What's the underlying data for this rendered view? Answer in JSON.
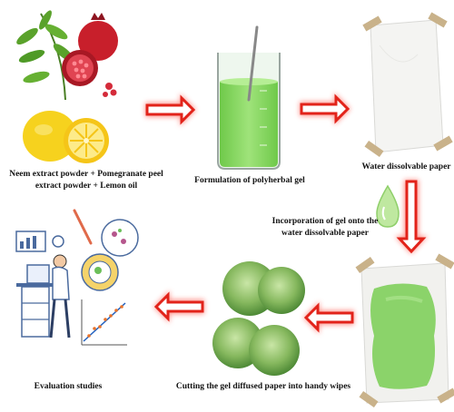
{
  "steps": {
    "ingredients": {
      "label_line1": "Neem extract powder + Pomegranate peel",
      "label_line2": "extract powder + Lemon oil",
      "icons": [
        "neem-leaves-icon",
        "pomegranate-icon",
        "lemon-icon"
      ]
    },
    "gel": {
      "label": "Formulation of polyherbal gel",
      "icons": [
        "beaker-with-green-gel-icon"
      ]
    },
    "paper": {
      "label": "Water dissolvable paper",
      "icons": [
        "paper-sheet-icon"
      ]
    },
    "incorporation": {
      "label_line1": "Incorporation of gel onto the",
      "label_line2": "water dissolvable paper",
      "icons": [
        "green-gel-drop-icon",
        "gel-coated-paper-icon"
      ]
    },
    "wipes": {
      "label": "Cutting the gel diffused paper into handy wipes",
      "icons": [
        "round-wipes-icon"
      ]
    },
    "evaluation": {
      "label": "Evaluation studies",
      "icons": [
        "scientist-lab-icon"
      ]
    }
  },
  "colors": {
    "arrow": "#e2231a",
    "gel_green": "#8bd36a",
    "wipe_green": "#7cb15a",
    "lemon": "#f6d21e",
    "pomegranate": "#c81f2b",
    "leaf": "#5aa22b"
  }
}
